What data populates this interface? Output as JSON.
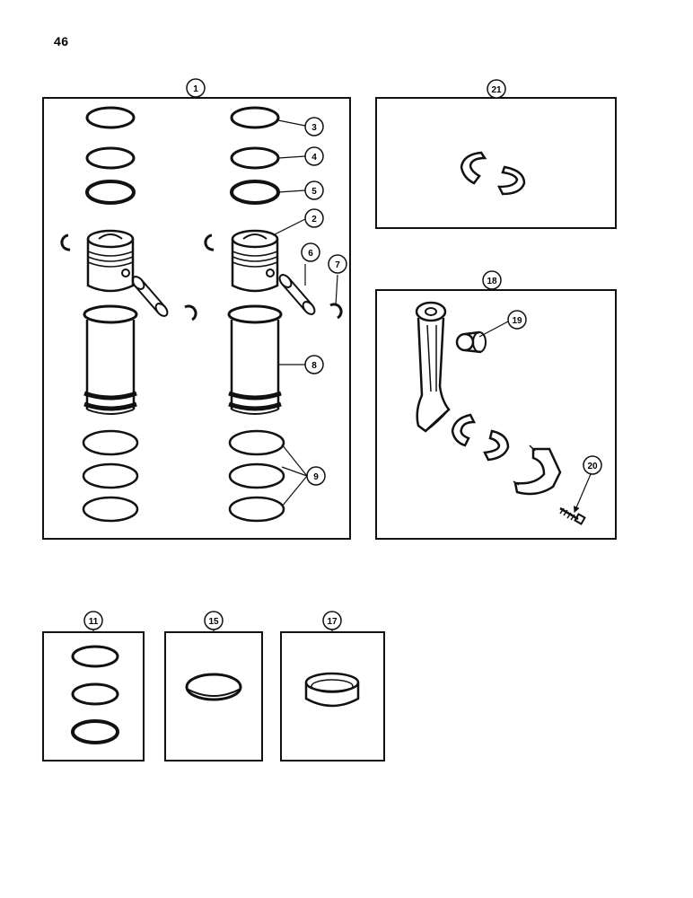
{
  "page": {
    "number": "46"
  },
  "callouts": {
    "c1": "1",
    "c2": "2",
    "c3": "3",
    "c4": "4",
    "c5": "5",
    "c6": "6",
    "c7": "7",
    "c8": "8",
    "c9": "9",
    "c11": "11",
    "c15": "15",
    "c17": "17",
    "c18": "18",
    "c19": "19",
    "c20": "20",
    "c21": "21"
  },
  "colors": {
    "ink": "#111111",
    "paper": "#ffffff"
  }
}
